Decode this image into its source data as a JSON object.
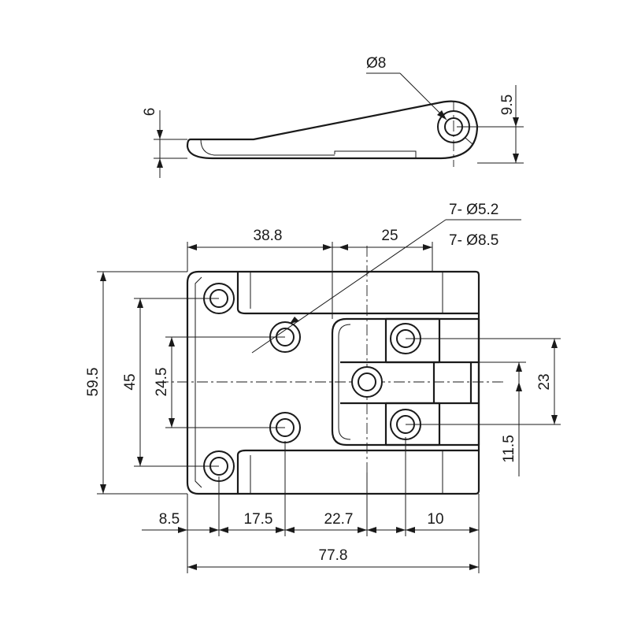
{
  "side_view": {
    "dim_hole_dia": "Ø8",
    "dim_thickness": "6",
    "dim_knuckle_height": "9.5"
  },
  "front_view": {
    "callout_small_holes": "7- Ø5.2",
    "callout_large_holes": "7- Ø8.5",
    "dim_top_left_width": "38.8",
    "dim_top_right_width": "25",
    "dim_total_height": "59.5",
    "dim_outer_hole_span": "45",
    "dim_inner_hole_span": "24.5",
    "dim_right_hole_span": "23",
    "dim_right_offset": "11.5",
    "dim_bottom_1": "8.5",
    "dim_bottom_2": "17.5",
    "dim_bottom_3": "22.7",
    "dim_bottom_4": "10",
    "dim_total_width": "77.8"
  }
}
